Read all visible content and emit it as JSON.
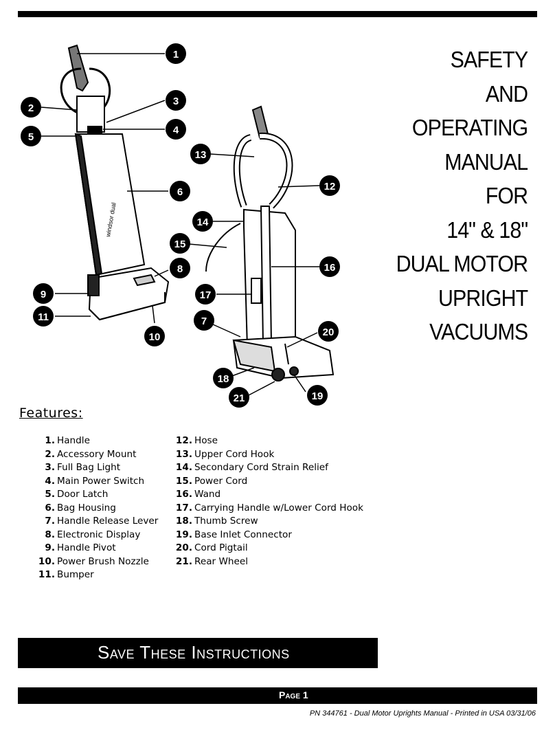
{
  "title_lines": [
    "SAFETY",
    "AND",
    "OPERATING",
    "MANUAL",
    "FOR",
    "14\" & 18\"",
    "DUAL MOTOR",
    "UPRIGHT",
    "VACUUMS"
  ],
  "callouts": [
    "1",
    "2",
    "3",
    "4",
    "5",
    "6",
    "7",
    "8",
    "9",
    "10",
    "11",
    "12",
    "13",
    "14",
    "15",
    "16",
    "17",
    "18",
    "19",
    "20",
    "21"
  ],
  "features_heading": "Features:",
  "features_left": [
    {
      "num": "1.",
      "label": "Handle"
    },
    {
      "num": "2.",
      "label": "Accessory Mount"
    },
    {
      "num": "3.",
      "label": "Full Bag Light"
    },
    {
      "num": "4.",
      "label": "Main Power Switch"
    },
    {
      "num": "5.",
      "label": "Door Latch"
    },
    {
      "num": "6.",
      "label": "Bag Housing"
    },
    {
      "num": "7.",
      "label": "Handle Release Lever"
    },
    {
      "num": "8.",
      "label": "Electronic Display"
    },
    {
      "num": "9.",
      "label": "Handle Pivot"
    },
    {
      "num": "10.",
      "label": "Power Brush Nozzle"
    },
    {
      "num": "11.",
      "label": "Bumper"
    }
  ],
  "features_right": [
    {
      "num": "12.",
      "label": "Hose"
    },
    {
      "num": "13.",
      "label": "Upper Cord Hook"
    },
    {
      "num": "14.",
      "label": "Secondary Cord Strain Relief"
    },
    {
      "num": "15.",
      "label": "Power Cord"
    },
    {
      "num": "16.",
      "label": "Wand"
    },
    {
      "num": "17.",
      "label": "Carrying Handle w/Lower Cord Hook"
    },
    {
      "num": "18.",
      "label": "Thumb Screw"
    },
    {
      "num": "19.",
      "label": "Base Inlet Connector"
    },
    {
      "num": "20.",
      "label": "Cord Pigtail"
    },
    {
      "num": "21.",
      "label": "Rear Wheel"
    }
  ],
  "save_instructions": "Save These Instructions",
  "page_label": "Page 1",
  "footer": "PN 344761 - Dual Motor Uprights  Manual - Printed in USA 03/31/06"
}
